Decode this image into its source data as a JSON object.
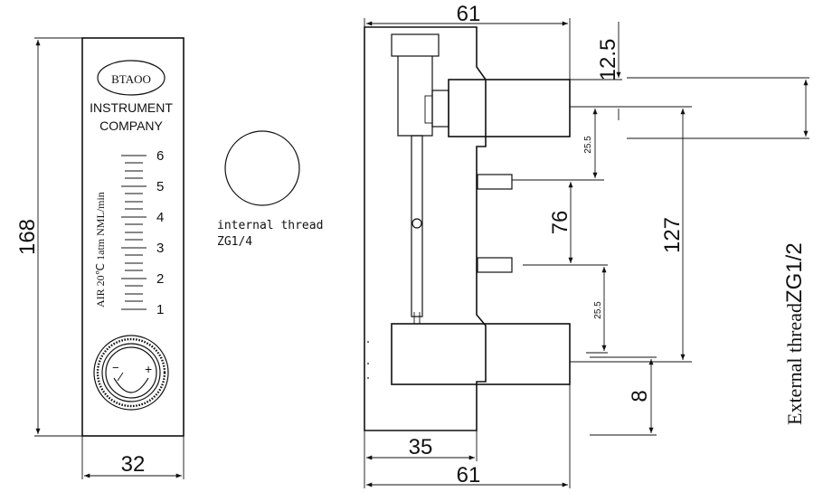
{
  "meter": {
    "logo_text": "BTAOO",
    "company_line1": "INSTRUMENT",
    "company_line2": "COMPANY",
    "scale_caption": "AIR 20℃ 1atm NML/min",
    "scale_labels": [
      "6",
      "5",
      "4",
      "3",
      "2",
      "1"
    ],
    "knob_minus": "−",
    "knob_plus": "+"
  },
  "dimensions": {
    "height_168": "168",
    "width_32": "32",
    "top_61": "61",
    "bottom_61": "61",
    "width_35": "35",
    "offset_12_5": "12.5",
    "gap_25_5_top": "25.5",
    "gap_25_5_bottom": "25.5",
    "span_76": "76",
    "span_127": "127",
    "offset_8": "8"
  },
  "notes": {
    "internal_line1": "internal thread",
    "internal_line2": "ZG1/4",
    "external_prefix": "External thread",
    "external_code": "ZG1/2"
  }
}
